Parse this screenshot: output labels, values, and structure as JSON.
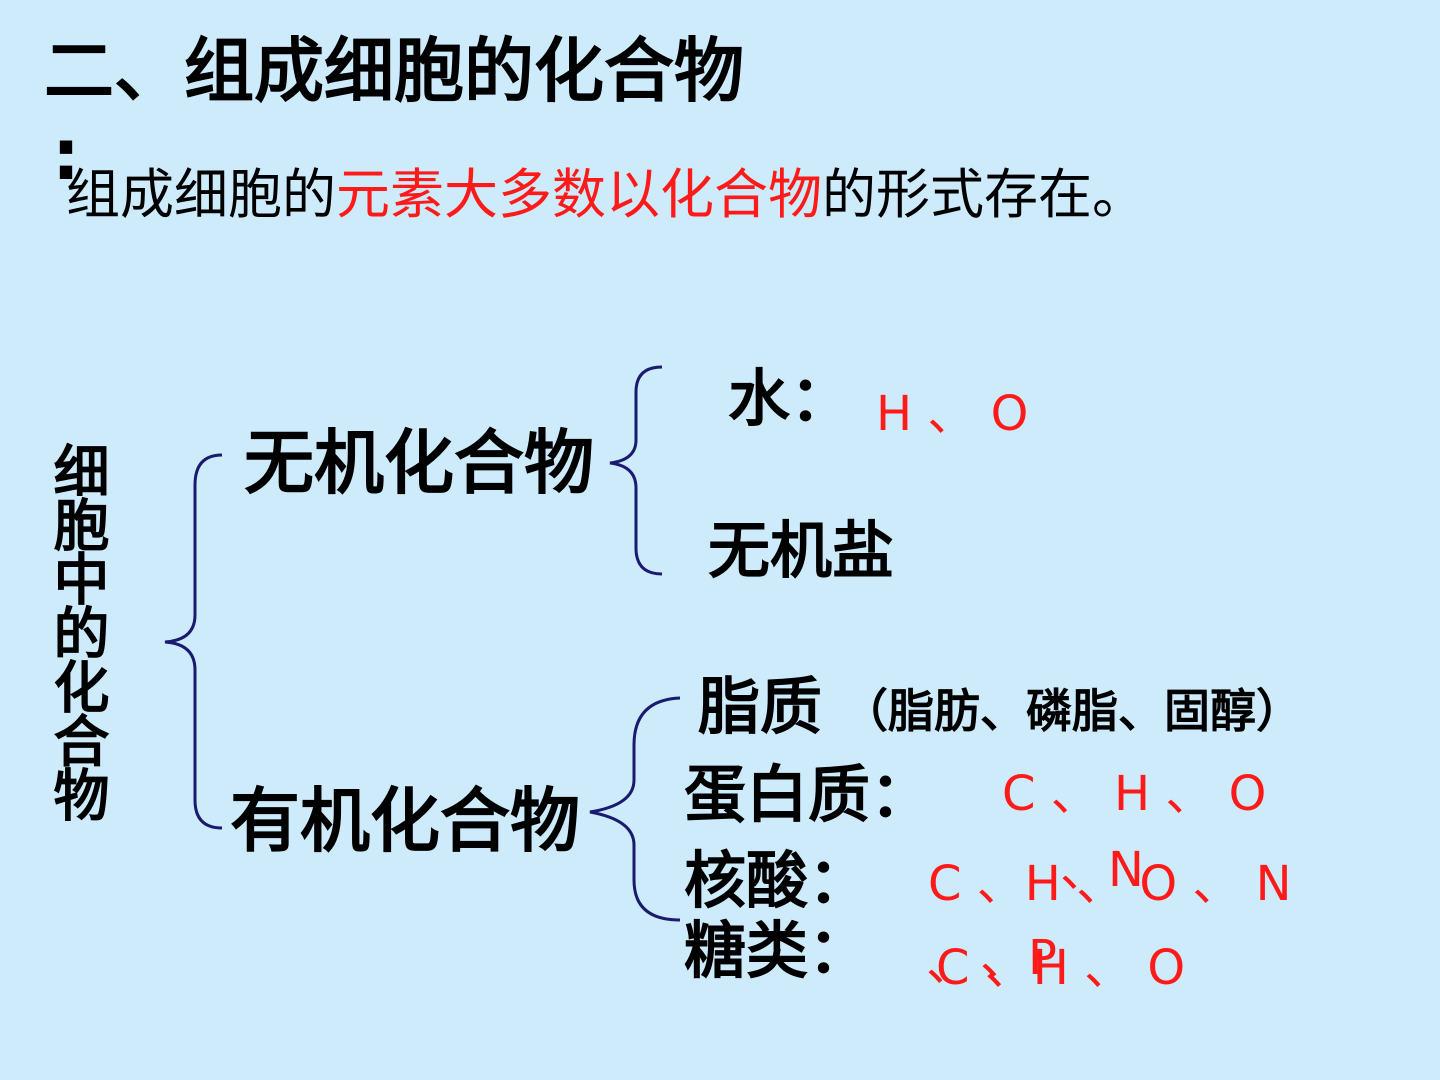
{
  "title": "二、组成细胞的化合物",
  "title_colon": ":",
  "intro": {
    "part1": "组成细胞的",
    "part2": "元素大多数以化合物",
    "part3": "的形式存在。"
  },
  "root_label": "细胞中的化合物",
  "inorganic": {
    "label": "无机化合物",
    "water_label": "水：",
    "water_elements": "H 、 O",
    "salt_label": "无机盐"
  },
  "organic": {
    "label": "有机化合物",
    "lipid_label": "脂质",
    "lipid_sub": "（脂肪、磷脂、固醇）",
    "protein_label": "蛋白质：",
    "protein_elements": "C 、 H 、 O",
    "protein_extra": "、N",
    "nucleic_label": "核酸：",
    "nucleic_elements": "C 、H 、 O 、 N",
    "nucleic_extra": "、P",
    "sugar_label": "糖类：",
    "sugar_elements": "C 、H 、 O",
    "sugar_extra": "、"
  },
  "colors": {
    "background": "#cdebfb",
    "highlight": "#ff1a1a",
    "brace": "#1a1a6e"
  }
}
